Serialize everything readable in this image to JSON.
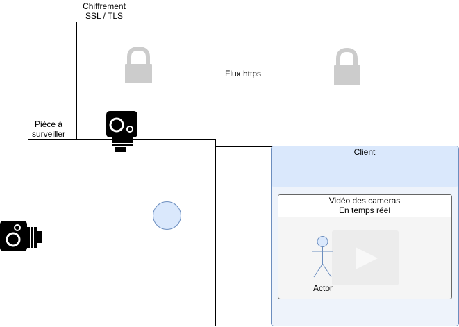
{
  "ssl_zone": {
    "label_line1": "Chiffrement",
    "label_line2": "SSL / TLS"
  },
  "room": {
    "label_line1": "Pièce à",
    "label_line2": "surveiller"
  },
  "link": {
    "label": "Flux https"
  },
  "client": {
    "title": "Client",
    "video_panel": {
      "line1": "Vidéo des cameras",
      "line2": "En temps réel"
    },
    "actor_label": "Actor"
  },
  "colors": {
    "stroke": "#000000",
    "lock_gray": "#cccccc",
    "client_fill": "#dae8fc",
    "client_stroke": "#6c8ebf",
    "client_body": "#eef3fb",
    "panel_fill": "#f5f5f5",
    "panel_stroke": "#666666",
    "link_stroke": "#6c8ebf",
    "circle_fill": "#dae8fc"
  },
  "icons": [
    "padlock-icon",
    "padlock-icon",
    "security-camera-icon",
    "security-camera-icon",
    "video-play-icon",
    "actor-icon"
  ]
}
